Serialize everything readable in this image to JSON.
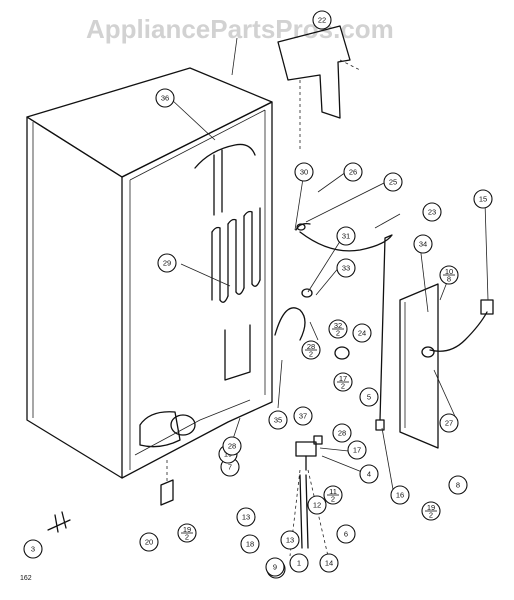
{
  "watermark": "AppliancePartsPros.com",
  "doc_id": "162",
  "callouts": [
    {
      "label": "1"
    },
    {
      "label": "2"
    },
    {
      "label": "3"
    },
    {
      "label": "4"
    },
    {
      "label": "5"
    },
    {
      "label": "6"
    },
    {
      "label": "7"
    },
    {
      "label": "8"
    },
    {
      "label": "9"
    },
    {
      "label": "12"
    },
    {
      "label": "13"
    },
    {
      "label": "14"
    },
    {
      "label": "15"
    },
    {
      "label": "16"
    },
    {
      "label": "17"
    },
    {
      "label": "17/2"
    },
    {
      "label": "18"
    },
    {
      "label": "19"
    },
    {
      "label": "19/2"
    },
    {
      "label": "19/2"
    },
    {
      "label": "20"
    },
    {
      "label": "22"
    },
    {
      "label": "23"
    },
    {
      "label": "24"
    },
    {
      "label": "25"
    },
    {
      "label": "26"
    },
    {
      "label": "27"
    },
    {
      "label": "28"
    },
    {
      "label": "28"
    },
    {
      "label": "28/2"
    },
    {
      "label": "29"
    },
    {
      "label": "30"
    },
    {
      "label": "31"
    },
    {
      "label": "32/2"
    },
    {
      "label": "33"
    },
    {
      "label": "34"
    },
    {
      "label": "35"
    },
    {
      "label": "36"
    },
    {
      "label": "37"
    },
    {
      "label": "10/8"
    },
    {
      "label": "11/2"
    },
    {
      "label": "13"
    }
  ]
}
